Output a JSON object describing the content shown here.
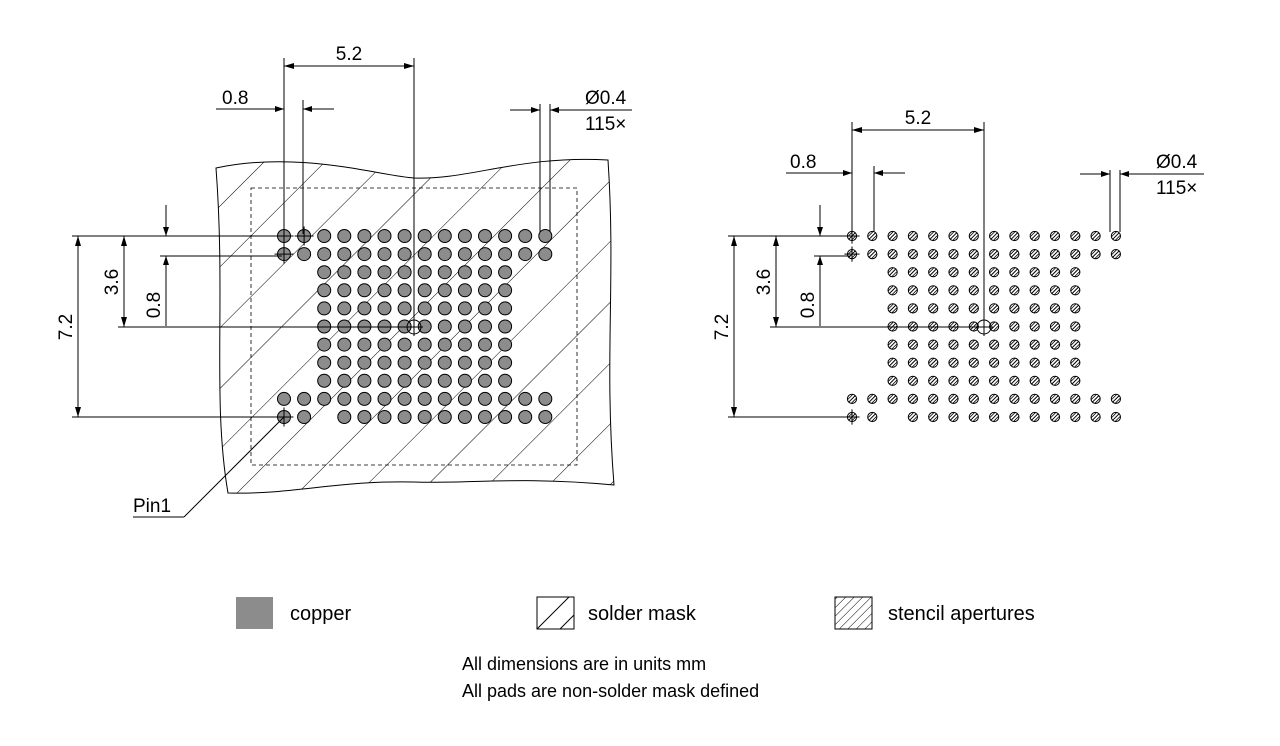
{
  "colors": {
    "copper": "#8c8c8c",
    "line": "#000000",
    "background": "#ffffff"
  },
  "pad_count": 115,
  "grid": {
    "rows": [
      [
        0,
        1,
        2,
        3,
        4,
        5,
        6,
        7,
        8,
        9,
        10,
        11,
        12,
        13
      ],
      [
        0,
        1,
        2,
        3,
        4,
        5,
        6,
        7,
        8,
        9,
        10,
        11,
        12,
        13
      ],
      [
        2,
        3,
        4,
        5,
        6,
        7,
        8,
        9,
        10,
        11
      ],
      [
        2,
        3,
        4,
        5,
        6,
        7,
        8,
        9,
        10,
        11
      ],
      [
        2,
        3,
        4,
        5,
        6,
        7,
        8,
        9,
        10,
        11
      ],
      [
        2,
        3,
        4,
        5,
        6,
        7,
        8,
        9,
        10,
        11
      ],
      [
        2,
        3,
        4,
        5,
        6,
        7,
        8,
        9,
        10,
        11
      ],
      [
        2,
        3,
        4,
        5,
        6,
        7,
        8,
        9,
        10,
        11
      ],
      [
        2,
        3,
        4,
        5,
        6,
        7,
        8,
        9,
        10,
        11
      ],
      [
        0,
        1,
        2,
        3,
        4,
        5,
        6,
        7,
        8,
        9,
        10,
        11,
        12,
        13
      ],
      [
        0,
        1,
        3,
        4,
        5,
        6,
        7,
        8,
        9,
        10,
        11,
        12,
        13
      ]
    ],
    "pin1_markers": [
      [
        0,
        0
      ],
      [
        0,
        1
      ],
      [
        1,
        0
      ],
      [
        10,
        0
      ]
    ]
  },
  "left_view": {
    "dim_top": "5.2",
    "dim_pitch_h": "0.8",
    "dim_dia": "Ø0.4",
    "dim_count": "115×",
    "dim_total_v": "7.2",
    "dim_half_v": "3.6",
    "dim_pitch_v": "0.8",
    "pin1_label": "Pin1"
  },
  "right_view": {
    "dim_top": "5.2",
    "dim_pitch_h": "0.8",
    "dim_dia": "Ø0.4",
    "dim_count": "115×",
    "dim_total_v": "7.2",
    "dim_half_v": "3.6",
    "dim_pitch_v": "0.8"
  },
  "legend": {
    "copper": "copper",
    "solder_mask": "solder mask",
    "stencil": "stencil apertures"
  },
  "notes": {
    "line1": "All dimensions are in units mm",
    "line2": "All pads are non-solder mask defined"
  }
}
